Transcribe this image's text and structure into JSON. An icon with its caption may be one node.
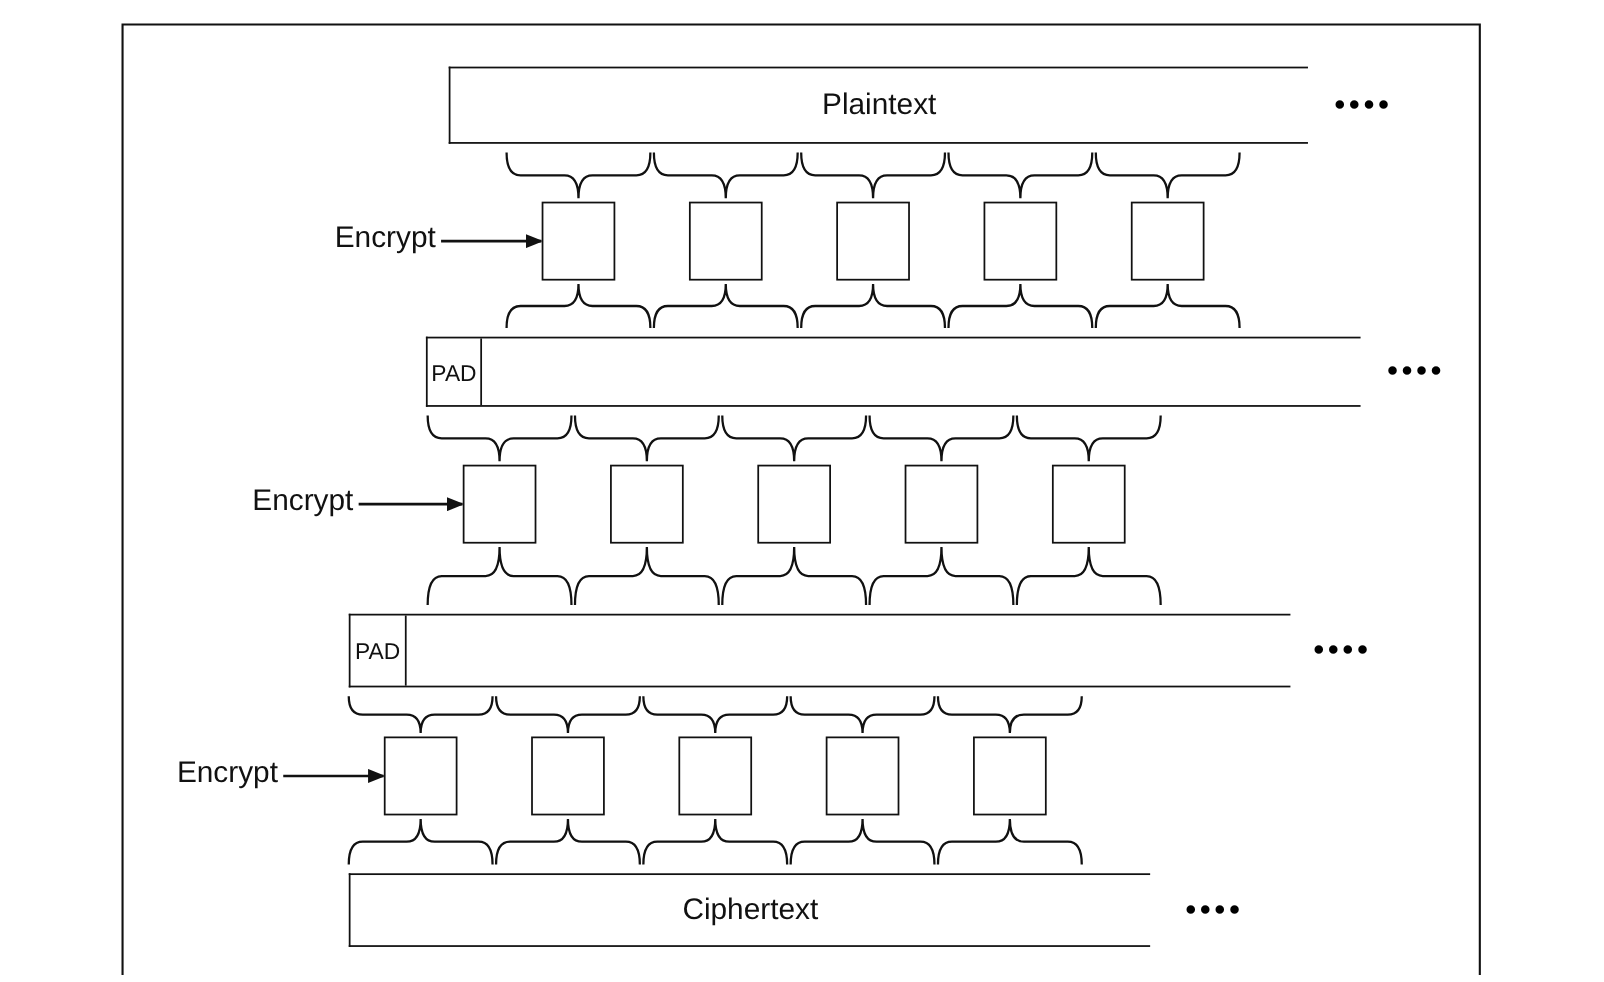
{
  "diagram": {
    "nodes": [
      {
        "text": [
          "Plaintext"
        ],
        "beside": [
          "••••"
        ]
      },
      {
        "text": [
          "Encrypt"
        ]
      },
      {
        "text": [],
        "shape": "box"
      },
      {
        "text": [],
        "shape": "box"
      },
      {
        "text": [],
        "shape": "box"
      },
      {
        "text": [],
        "shape": "box"
      },
      {
        "text": [],
        "shape": "box"
      },
      {
        "text": [],
        "shape": "bar",
        "beside": [
          "••••"
        ]
      },
      {
        "text": [
          "PAD"
        ],
        "in": 7
      },
      {
        "text": [
          "Encrypt"
        ]
      },
      {
        "text": [],
        "shape": "box"
      },
      {
        "text": [],
        "shape": "box"
      },
      {
        "text": [],
        "shape": "box"
      },
      {
        "text": [],
        "shape": "box"
      },
      {
        "text": [],
        "shape": "box"
      },
      {
        "text": [],
        "shape": "bar",
        "beside": [
          "••••"
        ]
      },
      {
        "text": [
          "PAD"
        ],
        "in": 15
      },
      {
        "text": [
          "Encrypt"
        ]
      },
      {
        "text": [],
        "shape": "box"
      },
      {
        "text": [],
        "shape": "box"
      },
      {
        "text": [],
        "shape": "box"
      },
      {
        "text": [],
        "shape": "box"
      },
      {
        "text": [],
        "shape": "box"
      },
      {
        "text": [
          "Ciphertext"
        ],
        "beside": [
          "••••"
        ]
      }
    ],
    "edges": [
      {
        "from": 1,
        "to": 2,
        "arrow": "to"
      },
      {
        "from": 9,
        "to": 10,
        "arrow": "to"
      },
      {
        "from": 17,
        "to": 18,
        "arrow": "to"
      }
    ]
  }
}
